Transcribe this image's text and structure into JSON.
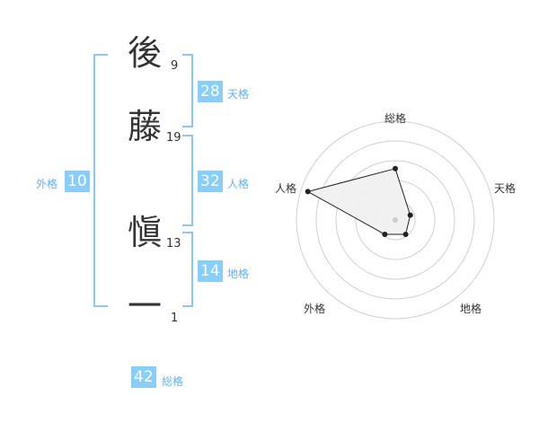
{
  "name_chars": [
    {
      "char": "後",
      "strokes": "9"
    },
    {
      "char": "藤",
      "strokes": "19"
    },
    {
      "char": "愼",
      "strokes": "13"
    },
    {
      "char": "一",
      "strokes": "1"
    }
  ],
  "fortunes": {
    "tenkaku": {
      "value": "28",
      "label": "天格"
    },
    "jinkaku": {
      "value": "32",
      "label": "人格"
    },
    "chikaku": {
      "value": "14",
      "label": "地格"
    },
    "gaikaku": {
      "value": "10",
      "label": "外格"
    },
    "soukaku": {
      "value": "42",
      "label": "総格"
    }
  },
  "colors": {
    "badge": "#87CEFA",
    "bracket": "#8cc8f2",
    "label": "#5fb4f0"
  },
  "chart_data": {
    "type": "radar",
    "axes": [
      "総格",
      "天格",
      "地格",
      "外格",
      "人格"
    ],
    "values": [
      0.52,
      0.16,
      0.18,
      0.18,
      0.93
    ],
    "rings": 5
  }
}
